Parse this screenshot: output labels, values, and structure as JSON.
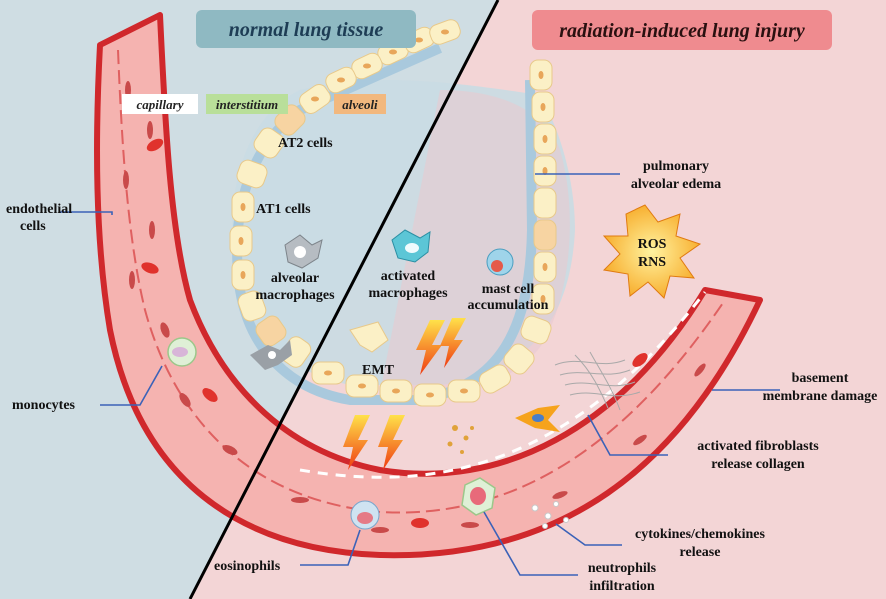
{
  "titles": {
    "normal": "normal lung tissue",
    "injury": "radiation-induced lung injury"
  },
  "tags": {
    "capillary": "capillary",
    "interstitium": "interstitium",
    "alveoli": "alveoli"
  },
  "labels": {
    "at2": "AT2 cells",
    "at1": "AT1 cells",
    "endothelial_1": "endothelial",
    "endothelial_2": "cells",
    "alveolar_mac_1": "alveolar",
    "alveolar_mac_2": "macrophages",
    "activated_mac_1": "activated",
    "activated_mac_2": "macrophages",
    "mast_1": "mast cell",
    "mast_2": "accumulation",
    "edema_1": "pulmonary",
    "edema_2": "alveolar edema",
    "ros": "ROS",
    "rns": "RNS",
    "emt": "EMT",
    "monocytes": "monocytes",
    "basement_1": "basement",
    "basement_2": "membrane damage",
    "fibro_1": "activated fibroblasts",
    "fibro_2": "release collagen",
    "cytokines_1": "cytokines/chemokines",
    "cytokines_2": "release",
    "neutro_1": "neutrophils",
    "neutro_2": "infiltration",
    "eosinophils": "eosinophils"
  },
  "colors": {
    "left_bg": "#cfdde3",
    "right_bg": "#f3d5d6",
    "title_normal_bg": "#8fb9c2",
    "title_injury_bg": "#ef8b8f",
    "vessel_wall": "#d0282c",
    "vessel_fill": "#f5b3b0",
    "alveolar_cell": "#fbf0c6",
    "line": "#3b62b8"
  }
}
